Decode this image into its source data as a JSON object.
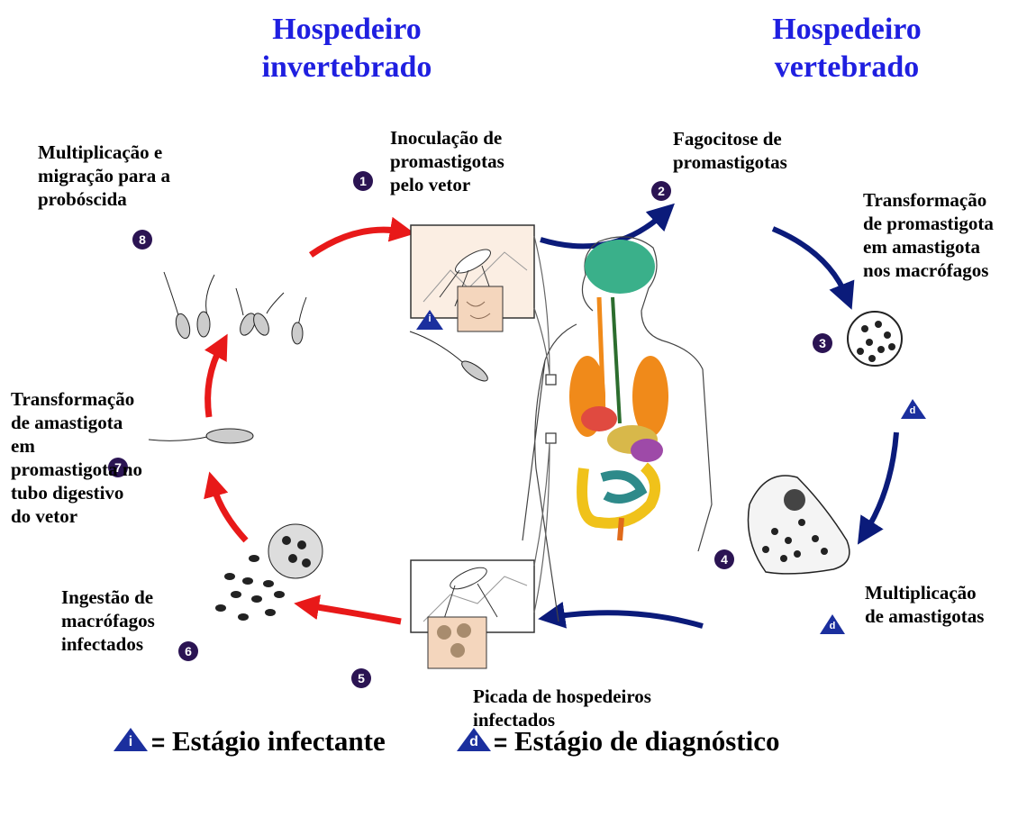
{
  "headers": {
    "invertebrate": [
      "Hospedeiro",
      "invertebrado"
    ],
    "vertebrate": [
      "Hospedeiro",
      "vertebrado"
    ]
  },
  "steps": [
    {
      "number": "1",
      "label": [
        "Inoculação de",
        "promastigotas",
        "pelo vetor"
      ]
    },
    {
      "number": "2",
      "label": [
        "Fagocitose de",
        "promastigotas"
      ]
    },
    {
      "number": "3",
      "label": [
        "Transformação",
        "de promastigota",
        "em amastigota",
        "nos macrófagos"
      ]
    },
    {
      "number": "4",
      "label": [
        "Multiplicação",
        "de amastigotas"
      ]
    },
    {
      "number": "5",
      "label": [
        "Picada de hospedeiros",
        "infectados"
      ]
    },
    {
      "number": "6",
      "label": [
        "Ingestão de",
        "macrófagos",
        "infectados"
      ]
    },
    {
      "number": "7",
      "label": [
        "Transformação",
        "de amastigota",
        "em",
        "promastigota no",
        "tubo digestivo",
        "do vetor"
      ]
    },
    {
      "number": "8",
      "label": [
        "Multiplicação e",
        "migração para a",
        "probóscida"
      ]
    }
  ],
  "stage_markers": {
    "infective": "i",
    "diagnostic": "d"
  },
  "legend": {
    "infective_symbol": "i",
    "infective_sign": "=",
    "infective_text": "Estágio infectante",
    "diagnostic_symbol": "d",
    "diagnostic_sign": "=",
    "diagnostic_text": "Estágio de diagnóstico"
  },
  "colors": {
    "header": "#1f1fe0",
    "vertebrate_arrow": "#0b1b7a",
    "invertebrate_arrow": "#e81919",
    "step_badge": "#2b1453",
    "stage_triangle": "#1b2f9e"
  }
}
